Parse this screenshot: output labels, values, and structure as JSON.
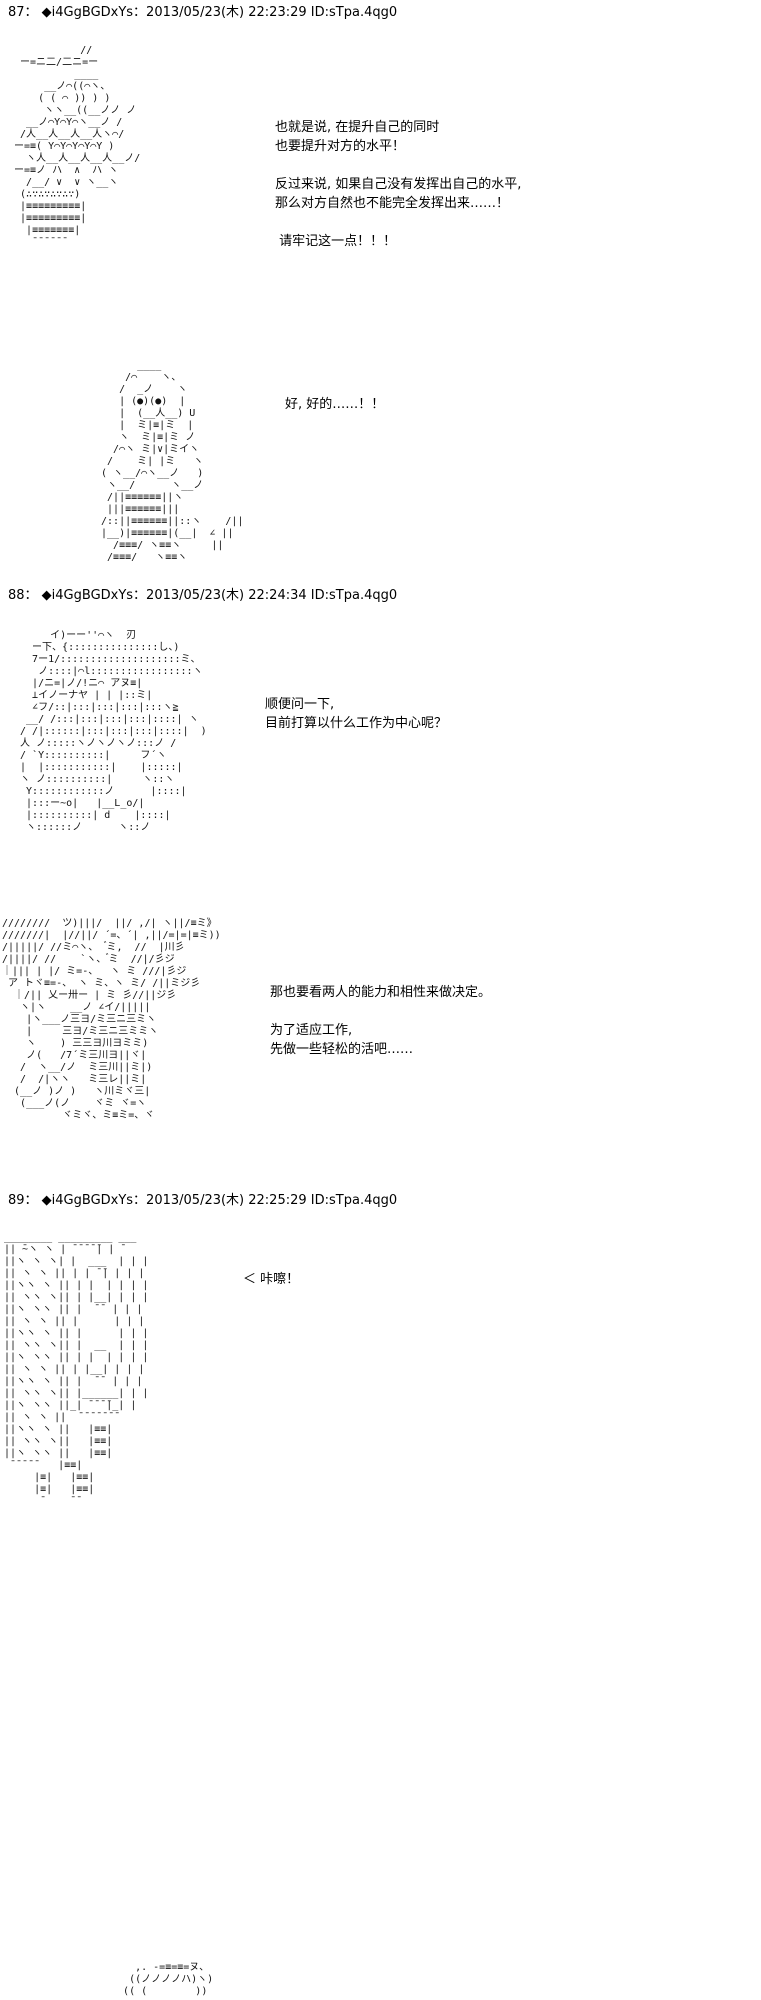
{
  "page": {
    "background": "#ffffff"
  },
  "posts": [
    {
      "header": "87： ◆i4GgBGDxYs：2013/05/23(木) 22:23:29 ID:sTpa.4qg0",
      "aa1": "            //\n  ー=ニ二/二ニ=ー\n           ____\n      __ノ⌒((⌒ヽ、\n     ( ( ⌒ )) ) )\n      ヽヽ__((__ノノ ノ\n   __ノ⌒Y⌒Y⌒ヽ__ノ /\n  /人__人__人__人ヽ⌒/\n ー=≡( Y⌒Y⌒Y⌒Y⌒Y )\n   ヽ人__人__人__人__ノ/\n ー=≡ノ ハ  ∧  ハ ヽ\n   /__/ ∨  ∨ ヽ__ヽ\n  (∴∵∴∵∴∵∴∵)\n  |≡≡≡≡≡≡≡≡≡|\n  |≡≡≡≡≡≡≡≡≡|\n   |≡≡≡≡≡≡≡|\n    ̄ ̄ ̄ ̄ ̄ ̄",
      "dialogue1": "也就是说, 在提升自己的同时\n也要提升对方的水平！\n\n反过来说, 如果自己没有发挥出自己的水平,\n那么对方自然也不能完全发挥出来……！\n\n 请牢记这一点！！！",
      "aa2": "       ____\n     /⌒    ヽ、\n    /  _ノ    ヽ\n    | (●)(●)  |\n    |  (__人__) U\n    |  ミ|≡|ミ  |\n    ヽ  ミ|≡|ミ ノ\n   /⌒ヽ ミ|∨|ミイヽ\n  /    ミ| |ミ   ヽ\n ( ヽ__/⌒ヽ__ノ   )\n  ヽ__/      ヽ__ノ\n  /||≡≡≡≡≡≡||ヽ\n  |||≡≡≡≡≡≡|||\n /::||≡≡≡≡≡≡||::ヽ    /||\n |__)|≡≡≡≡≡≡|(__|  ∠ ||\n   /≡≡≡/ ヽ≡≡ヽ     ||\n  /≡≡≡/   ヽ≡≡ヽ",
      "dialogue2": "好, 好的……！！"
    },
    {
      "header": "88： ◆i4GgBGDxYs：2013/05/23(木) 22:24:34 ID:sTpa.4qg0",
      "aa1": "      イ)ーー''⌒ヽ  刃\n   ー下、{:::::::::::::::し、)\n   7ー1/::::::::::::::::::::ミ、\n    ノ::::|⌒l:::::::::::::::::ヽ\n   |/ニ=|ノ/!ニ⌒ アヌ≡|\n   ⊥イノーナヤ | | |::ミ|\n   ∠フ/::|:::|:::|:::|:::ヽ≧\n  __/ /:::|:::|:::|:::|::::| ヽ\n / /|::::::|:::|:::|:::|::::|  )\n 人 ノ:::::ヽノヽノヽノ:::ノ /\n / `Y::::::::::|     フ´ヽ\n |  |:::::::::::|    |:::::|\n ヽ ノ::::::::::|     ヽ::ヽ\n  Y::::::::::::ノ      |::::|\n  |:::ー~o|   |__L_o/|\n  |::::::::::| d    |::::|\n  ヽ::::::ノ      ヽ::ノ",
      "dialogue1": "顺便问一下,\n目前打算以什么工作为中心呢？",
      "aa2": "////////  ツ)|||/  ||/ ,/| ヽ||/≡ミ》\n///////|  |//||/ ´=、´| ,||/=|=|≡ミ))\n/|||||/ //ミ⌒ヽ、  ゙ミ,  //  |川彡\n/||||/ //    `ヽ、 ゙ミ  //|/彡ジ\n｜||| | |/ ミ=-、  ヽ ミ ///|彡ジ\n ア トヾ≡=-、 ヽ ミ、ヽ ミ/ /||ミジ彡\n  ｜/|| 乂ー卅ー | ミ 彡//||ジ彡\n   ヽ|ヽ    __ノ ∠イ/|||||\n    |ヽ___ノ三ヨ/ミ三ニ三ミヽ\n    |     三ヨ/ミ三ニ三ミミヽ\n    ヽ    ) 三三ヨ川ヨミミ)\n    ノ(   /7´ミ三川ヨ||ヾ|\n   /  ヽ__/ノ  ミ三川||ミ|)\n   /  /|ヽヽ   ミ三レ||ミ|\n  (__ノ )ノ )   ヽ川ミヾ三|\n   (___ノ(ノ    ヾミ ヾ=ヽ\n          ヾミヾ、ミ≡ミ=、ヾ",
      "dialogue2": "那也要看两人的能力和相性来做决定。\n\n为了适应工作,\n先做一些轻松的活吧……"
    },
    {
      "header": "89： ◆i4GgBGDxYs：2013/05/23(木) 22:25:29 ID:sTpa.4qg0",
      "aa1": "________ _________ ___\n|| ̄~ヽ ヽ | ̄ ̄ ̄ ̄ ̄| | ̄\n||ヽ ヽ ヽ| |  ___  | | |\n|| ヽ ヽ || | | ̄ ̄| | | |\n||ヽヽ ヽ || | |  | | | |\n|| ヽヽ ヽ|| | |__| | | |\n||ヽ ヽヽ || |  ̄ ̄  | | |\n|| ヽ ヽ || |      | | |\n||ヽヽ ヽ || |      | | |\n|| ヽヽ ヽ|| |  __  | | |\n||ヽ ヽヽ || | |  | | | |\n|| ヽ ヽ || | |__| | | |\n||ヽヽ ヽ || |  ̄ ̄  | | |\n|| ヽヽ ヽ|| |______| | |\n||ヽ ヽヽ ||_| ̄ ̄ ̄ ̄|_| |\n|| ヽ ヽ ||  ̄ ̄ ̄ ̄ ̄ ̄ ̄\n||ヽヽ ヽ ||   |≡≡|\n|| ヽヽ ヽ||   |≡≡|\n||ヽ ヽヽ ||   |≡≡|\n ̄ ̄ ̄ ̄ ̄    |≡≡|\n     |≡|   |≡≡|\n     |≡|   |≡≡|\n      ̄     ̄ ̄",
      "dialogue1": "＜ 咔嚓！"
    }
  ],
  "partial_next_aa": "     ,. -=≡=≡=ヌ、\n    ((ノノノノハ)ヽ)\n   (( (        ))"
}
